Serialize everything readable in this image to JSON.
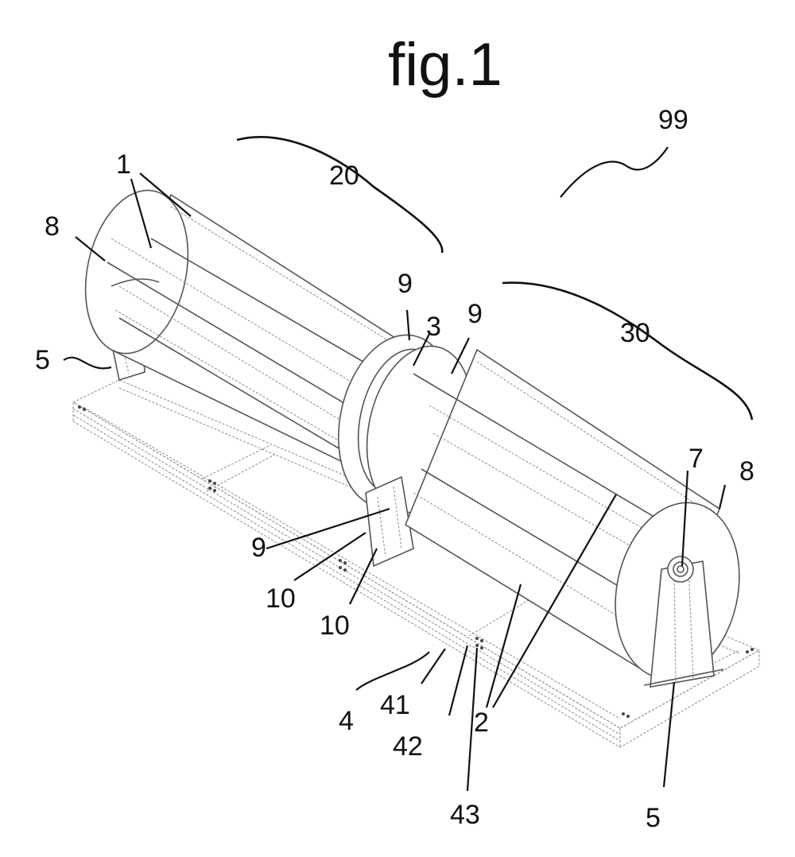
{
  "figure_title": "fig.1",
  "labels": {
    "l99": "99",
    "l20": "20",
    "l30": "30",
    "l1": "1",
    "l8_left": "8",
    "l8_right": "8",
    "l5_left": "5",
    "l5_right": "5",
    "l9_top_a": "9",
    "l9_top_b": "9",
    "l9_low": "9",
    "l3": "3",
    "l7": "7",
    "l10_a": "10",
    "l10_b": "10",
    "l4": "4",
    "l41": "41",
    "l42": "42",
    "l43": "43",
    "l2": "2"
  }
}
